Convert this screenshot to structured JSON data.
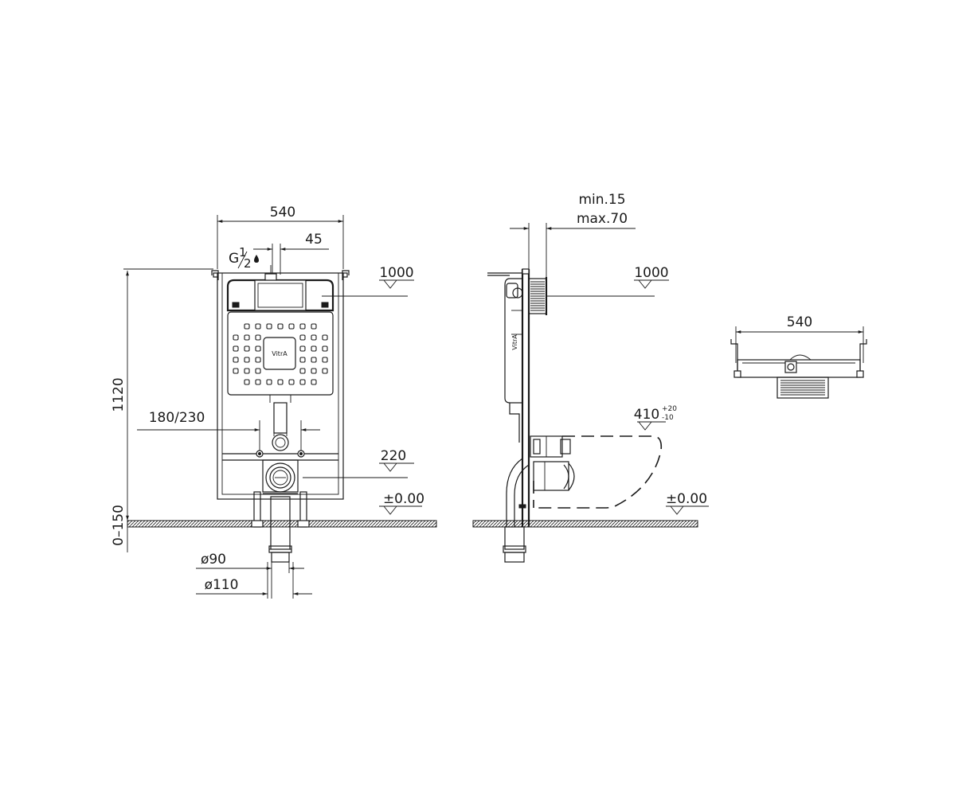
{
  "front_view": {
    "width": "540",
    "offset": "45",
    "inlet_a": "G",
    "inlet_b": "1",
    "inlet_c": "2",
    "height": "1120",
    "level_top": "1000",
    "spacing": "180/230",
    "level_mid": "220",
    "level_floor": "±0.00",
    "floor_adjust": "0–150",
    "pipe_small": "ø90",
    "pipe_large": "ø110",
    "brand": "VitrA"
  },
  "side_view": {
    "gap_min": "min.15",
    "gap_max": "max.70",
    "level_top": "1000",
    "bowl_height": "410",
    "tol_plus": "+20",
    "tol_minus": "-10",
    "level_floor": "±0.00"
  },
  "top_view": {
    "width": "540"
  },
  "colors": {
    "line": "#1a1a1a",
    "background": "#ffffff"
  }
}
